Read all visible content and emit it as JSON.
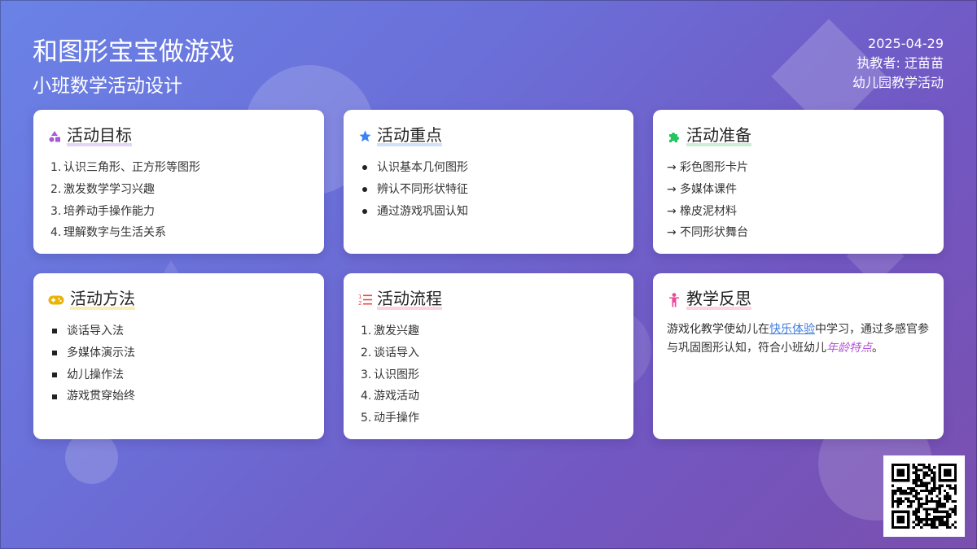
{
  "header": {
    "title": "和图形宝宝做游戏",
    "subtitle": "小班数学活动设计",
    "date": "2025-04-29",
    "teacher": "执教者: 迂苗苗",
    "category": "幼儿园教学活动"
  },
  "cards": {
    "goals": {
      "title": "活动目标",
      "icon": "shapes-icon",
      "icon_color": "#a35bd6",
      "items": [
        "认识三角形、正方形等图形",
        "激发数学学习兴趣",
        "培养动手操作能力",
        "理解数字与生活关系"
      ]
    },
    "focus": {
      "title": "活动重点",
      "icon": "star-icon",
      "icon_color": "#3b82f6",
      "items": [
        "认识基本几何图形",
        "辨认不同形状特征",
        "通过游戏巩固认知"
      ]
    },
    "prep": {
      "title": "活动准备",
      "icon": "puzzle-icon",
      "icon_color": "#22c55e",
      "items": [
        "彩色图形卡片",
        "多媒体课件",
        "橡皮泥材料",
        "不同形状舞台"
      ]
    },
    "methods": {
      "title": "活动方法",
      "icon": "gamepad-icon",
      "icon_color": "#eab308",
      "items": [
        "谈话导入法",
        "多媒体演示法",
        "幼儿操作法",
        "游戏贯穿始终"
      ]
    },
    "process": {
      "title": "活动流程",
      "icon": "list-ol-icon",
      "icon_color": "#ef4444",
      "items": [
        "激发兴趣",
        "谈话导入",
        "认识图形",
        "游戏活动",
        "动手操作"
      ]
    },
    "reflection": {
      "title": "教学反思",
      "icon": "child-icon",
      "icon_color": "#ec4899",
      "text_a": "游戏化教学使幼儿在",
      "link": "快乐体验",
      "text_b": "中学习，通过多感官参与巩固图形认知，符合小班幼儿",
      "emphasis": "年龄特点",
      "text_c": "。"
    }
  },
  "markers": {
    "arrow": "→",
    "n1": "1.",
    "n2": "2.",
    "n3": "3.",
    "n4": "4.",
    "n5": "5."
  },
  "colors": {
    "bg_start": "#6a82e6",
    "bg_end": "#7a4fae",
    "link": "#3e7be0",
    "emphasis": "#b556d6"
  }
}
